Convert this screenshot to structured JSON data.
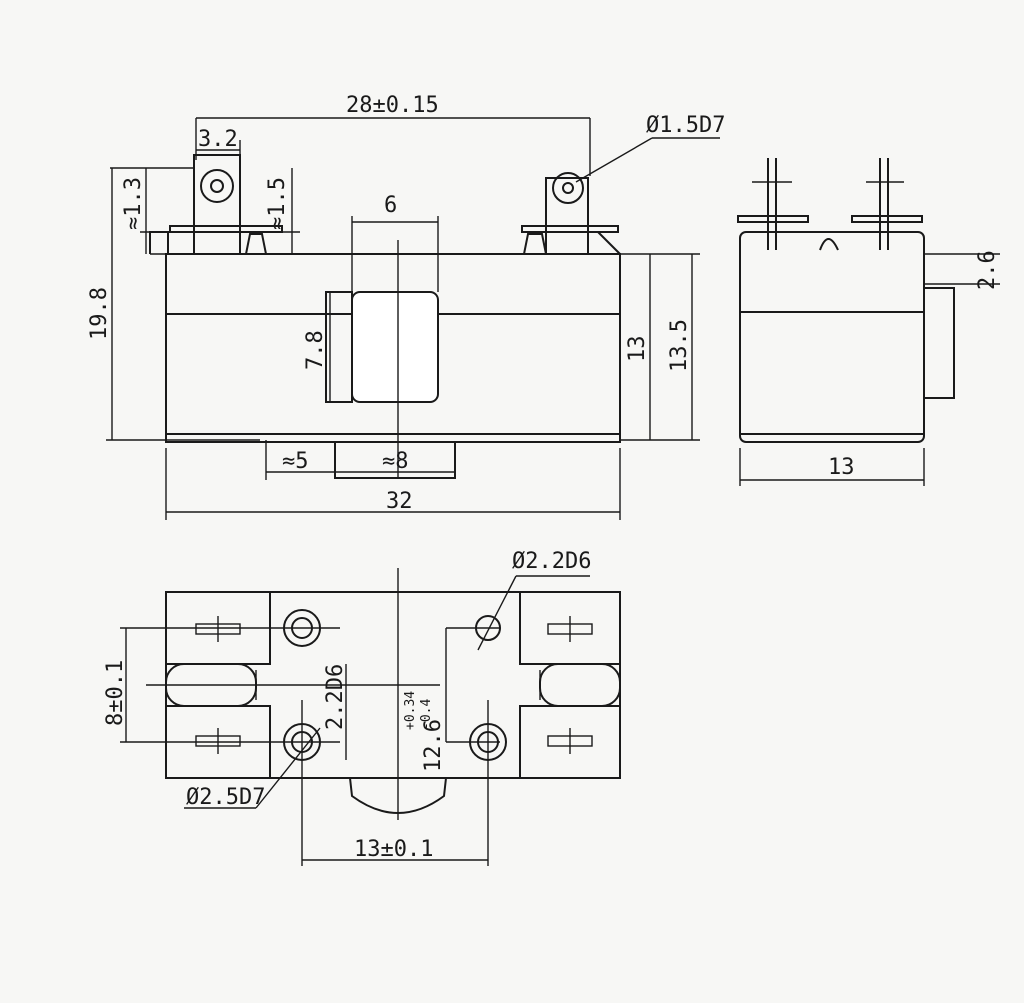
{
  "dimensions": {
    "top_center": "28±0.15",
    "pin_width": "3.2",
    "pin_hole": "Ø1.5D7",
    "left_approx_13": "≈1.3",
    "left_approx_15": "≈1.5",
    "window_width": "6",
    "window_height": "7.8",
    "overall_height": "19.8",
    "body_height": "13",
    "height_135": "13.5",
    "foot_approx_5": "≈5",
    "foot_approx_8": "≈8",
    "body_length": "32",
    "side_width": "13",
    "side_offset": "2.6",
    "hole_small": "Ø2.2D6",
    "hole_small_vertical": "2.2D6",
    "hole_large": "Ø2.5D7",
    "pitch_vertical": "8±0.1",
    "pitch_12_6": "12.6",
    "tol_plus": "+0.34",
    "tol_minus": "-0.4",
    "pitch_horizontal": "13±0.1"
  }
}
